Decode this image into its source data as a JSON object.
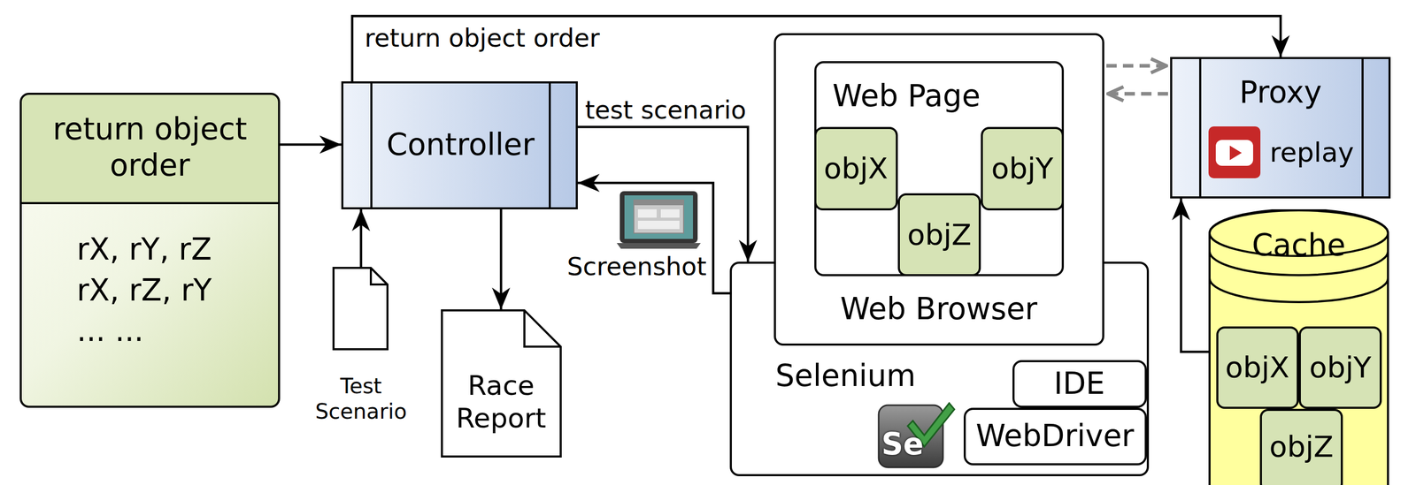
{
  "diagram": {
    "nodes": [
      {
        "text": [
          "return object order",
          "rX, rY, rZ",
          "rX, rZ, rY",
          "... ..."
        ]
      },
      {
        "text": [
          "Controller"
        ]
      },
      {
        "text": [
          "Test Scenario"
        ]
      },
      {
        "text": [
          "Race Report"
        ]
      },
      {
        "text": [
          "Selenium"
        ]
      },
      {
        "text": [
          "Web Browser"
        ],
        "in": 4
      },
      {
        "text": [
          "Web Page"
        ],
        "in": 5
      },
      {
        "text": [
          "objX"
        ],
        "in": 6
      },
      {
        "text": [
          "objY"
        ],
        "in": 6
      },
      {
        "text": [
          "objZ"
        ],
        "in": 6
      },
      {
        "text": [
          "IDE"
        ],
        "in": 4
      },
      {
        "text": [
          "WebDriver"
        ],
        "in": 4
      },
      {
        "text": [
          "Proxy",
          "replay"
        ]
      },
      {
        "text": [
          "Cache"
        ]
      },
      {
        "text": [
          "objX"
        ],
        "in": 13
      },
      {
        "text": [
          "objY"
        ],
        "in": 13
      },
      {
        "text": [
          "objZ"
        ],
        "in": 13
      }
    ],
    "edges": [
      {
        "from": 0,
        "to": 1,
        "arrow": "to"
      },
      {
        "from": 1,
        "to": 12,
        "label": "return object order",
        "arrow": "to"
      },
      {
        "from": 1,
        "to": 4,
        "label": "test scenario",
        "arrow": "to"
      },
      {
        "from": 4,
        "to": 1,
        "label": "Screenshot",
        "arrow": "to"
      },
      {
        "from": 2,
        "to": 1,
        "arrow": "to"
      },
      {
        "from": 1,
        "to": 3,
        "arrow": "to"
      },
      {
        "from": 5,
        "to": 12,
        "arrow": "to"
      },
      {
        "from": 12,
        "to": 5,
        "arrow": "to"
      },
      {
        "from": 13,
        "to": 12,
        "arrow": "to"
      }
    ],
    "labels": [
      "Se"
    ]
  }
}
